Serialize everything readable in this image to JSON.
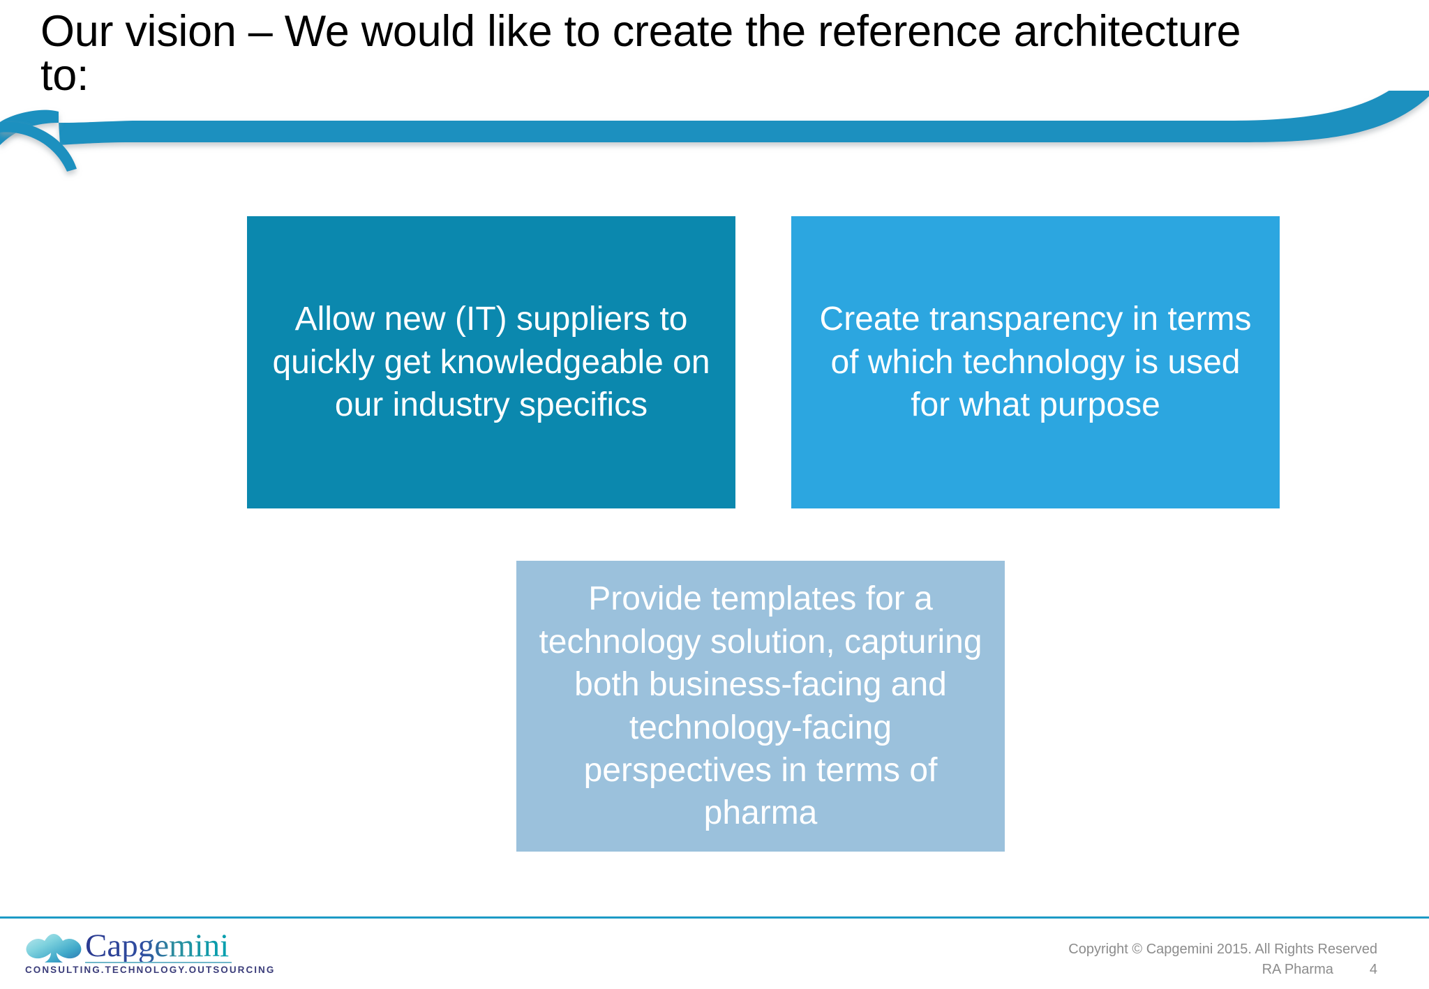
{
  "slide": {
    "title": "Our vision – We would like to create the reference architecture to:",
    "page_number": "4",
    "deck_name": "RA Pharma"
  },
  "colors": {
    "swoosh": "#1C90BF",
    "divider": "#1C9AC6",
    "box1": "#0B88AE",
    "box2": "#2CA6E0",
    "box3": "#9BC1DC",
    "title_text": "#000000",
    "box_text": "#FFFFFF",
    "footer_text": "#8C8C8C",
    "logo_navy": "#2B3990",
    "logo_teal": "#00A0AF"
  },
  "boxes": [
    {
      "id": "allow-suppliers",
      "text": "Allow new (IT) suppliers to quickly get knowledgeable on our industry specifics",
      "color": "#0B88AE"
    },
    {
      "id": "create-transparency",
      "text": "Create transparency in terms of which technology is used for what purpose",
      "color": "#2CA6E0"
    },
    {
      "id": "provide-templates",
      "text": "Provide templates for a technology solution, capturing both business-facing and technology-facing perspectives in terms of pharma",
      "color": "#9BC1DC"
    }
  ],
  "footer": {
    "logo_wordmark": "Capgemini",
    "logo_tagline": "CONSULTING.TECHNOLOGY.OUTSOURCING",
    "copyright": "Copyright © Capgemini 2015. All Rights Reserved",
    "deck_label": "RA Pharma",
    "page_number": "4"
  }
}
